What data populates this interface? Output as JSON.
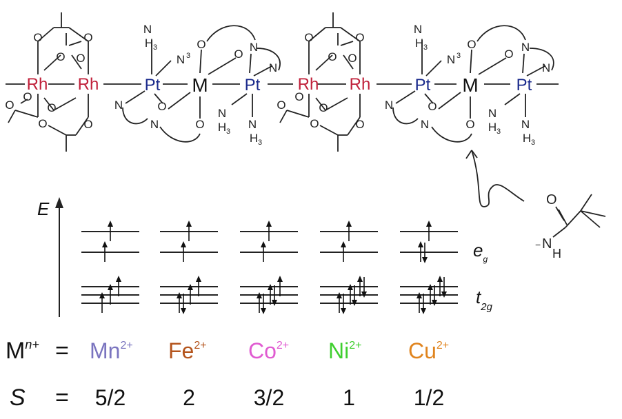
{
  "chain": {
    "units": [
      {
        "rh1": "Rh",
        "rh2": "Rh",
        "pt1": "Pt",
        "m": "M",
        "pt2": "Pt"
      },
      {
        "rh1": "Rh",
        "rh2": "Rh",
        "pt1": "Pt",
        "m": "M",
        "pt2": "Pt"
      }
    ],
    "atoms": {
      "O": "O",
      "N": "N",
      "NH": "N",
      "H": "H",
      "sub3": "3"
    },
    "colors": {
      "rh": "#c0203a",
      "pt": "#1a2a8c",
      "m": "#111111",
      "bond": "#222222"
    }
  },
  "ligand": {
    "charge": "−",
    "N": "N",
    "H": "H",
    "O": "O"
  },
  "energy": {
    "axis_label": "E",
    "eg_main": "e",
    "eg_sub": "g",
    "t2g_main": "t",
    "t2g_sub": "2g"
  },
  "ions": {
    "row_label_main": "M",
    "row_label_sup": "n+",
    "equals": "=",
    "items": [
      {
        "label": "Mn",
        "charge": "2+",
        "color": "#7a74bf"
      },
      {
        "label": "Fe",
        "charge": "2+",
        "color": "#b4541c"
      },
      {
        "label": "Co",
        "charge": "2+",
        "color": "#e05bd1"
      },
      {
        "label": "Ni",
        "charge": "2+",
        "color": "#3fcf2f"
      },
      {
        "label": "Cu",
        "charge": "2+",
        "color": "#e0841e"
      }
    ]
  },
  "spin": {
    "row_label": "S",
    "equals": "=",
    "values": [
      "5/2",
      "2",
      "3/2",
      "1",
      "1/2"
    ]
  }
}
